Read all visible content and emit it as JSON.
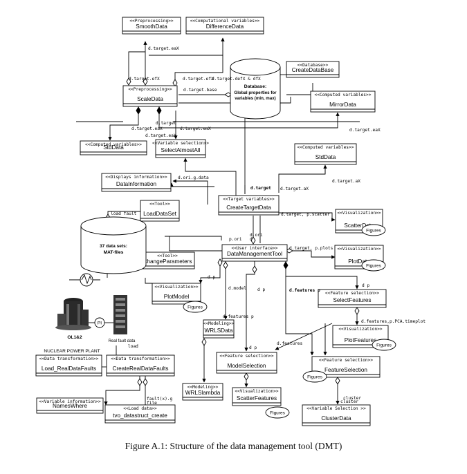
{
  "classes": {
    "smooth": {
      "stereo": "<<Preprocessing>>",
      "name": "SmoothData"
    },
    "difference": {
      "stereo": "<<Computational variables>>",
      "name": "DifferenceData"
    },
    "createdb": {
      "stereo": "<<Database>>",
      "name": "CreateDataBase"
    },
    "scale": {
      "stereo": "<<Preprocessing>>",
      "name": "ScaleData"
    },
    "mirror": {
      "stereo": "<<Computed variables>>",
      "name": "MirrorData"
    },
    "std1": {
      "stereo": "<<Computed variables>>",
      "name": "StdData"
    },
    "selectall": {
      "stereo": "<<Variable selection>>",
      "name": "SelectAlmostAll"
    },
    "std2": {
      "stereo": "<<Computed variables>>",
      "name": "StdData"
    },
    "datainfo": {
      "stereo": "<<Displays information>>",
      "name": "DataInformation"
    },
    "loadds": {
      "stereo": "<<Tool>>",
      "name": "LoadDataSet"
    },
    "target": {
      "stereo": "<<Target variables>>",
      "name": "CreateTargetData"
    },
    "scatter": {
      "stereo": "<<Visualization>>",
      "name": "ScatterData"
    },
    "changeparams": {
      "stereo": "<<Tool>>",
      "name": "ChangeParameters"
    },
    "dmt": {
      "stereo": "<<User interface>>",
      "name": "DataManagementTool"
    },
    "plotdata": {
      "stereo": "<<Visualization>>",
      "name": "PlotData"
    },
    "plotmodel": {
      "stereo": "<<Visualization>>",
      "name": "PlotModel"
    },
    "selectfeat": {
      "stereo": "<<Feature selection>>",
      "name": "SelectFeatures"
    },
    "wrlsdata": {
      "stereo": "<<Modeling>>",
      "name": "WRLSData"
    },
    "plotfeat": {
      "stereo": "<<Visualization>>",
      "name": "PlotFeatures"
    },
    "loadreal": {
      "stereo": "<<Data transformation>>",
      "name": "Load_RealDataFaults"
    },
    "createreal": {
      "stereo": "<<Data transformation>>",
      "name": "CreateRealDataFaults"
    },
    "modelsel": {
      "stereo": "<<Feature selection>>",
      "name": "ModelSelection"
    },
    "featsel": {
      "stereo": "<<Feature selection>>",
      "name": "FeatureSelection"
    },
    "wrlslambda": {
      "stereo": "<<Modeling>>",
      "name": "WRLSlambda"
    },
    "scatterfeat": {
      "stereo": "<<Visualization>>",
      "name": "ScatterFeatures"
    },
    "nameswhere": {
      "stereo": "<<Variable information>>",
      "name": "NamesWhere"
    },
    "tvo": {
      "stereo": "<<Load data>>",
      "name": "tvo_datastruct_create"
    },
    "cluster": {
      "stereo": "<<Variable Selection >>",
      "name": "ClusterData"
    }
  },
  "database": {
    "line1": "Database:",
    "line2": "Global properties for",
    "line3": "variables (min, max)"
  },
  "datasets": {
    "line1": "37 data sets:",
    "line2": "MAT-files"
  },
  "plant": {
    "label1": "OL1&2",
    "label2": "NUCLEAR POWER PLANT",
    "pi": "PI",
    "real_fault": "Real fault data"
  },
  "figures_label": "Figures",
  "edges": {
    "e1": "d.target.eaX",
    "e2": "d.target.efX",
    "e3": "d.target.efX",
    "e4": "d.target.defX & dfX",
    "e5": "d.target.base",
    "e6": "d.target",
    "e7": "d.target.eaX",
    "e8": "d.target.emX",
    "e9": "d.target.eaX",
    "e10": "d.target.eaX",
    "e11": "d.ori.g.data",
    "e12": "d.target",
    "e13": "d.target.aX",
    "e14": "d.target.aX",
    "e15": "load fault",
    "e16": "d.target, p.scatter",
    "e17": "d.ori",
    "e18": "d",
    "e19": "p.ori",
    "e20": "d.target, p.plots",
    "e21": "d p",
    "e22": "d.model",
    "e23": "d p",
    "e24": "d.features p",
    "e25": "d p",
    "e26": "d.features p",
    "e27": "d.features,p.PCA.timeplot",
    "e28": "d.features",
    "e29": "d p",
    "e30": "load",
    "e31": "fault(x).g",
    "e32": "file",
    "e33": "cluster",
    "e34": "cluster"
  },
  "caption": "Figure A.1: Structure of the data management tool (DMT)"
}
